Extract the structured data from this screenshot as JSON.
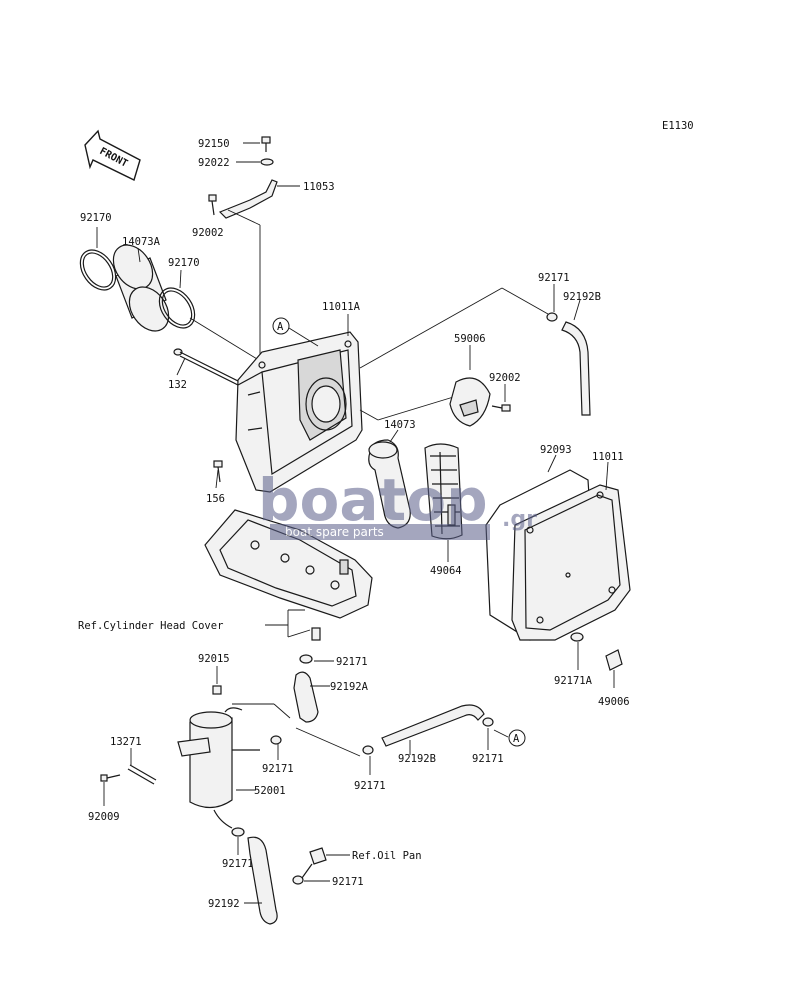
{
  "diagram_code": "E1130",
  "front_arrow_label": "FRONT",
  "part_labels": {
    "p92150": "92150",
    "p92022": "92022",
    "p11053": "11053",
    "p92002a": "92002",
    "p92170a": "92170",
    "p14073A": "14073A",
    "p92170b": "92170",
    "p11011A": "11011A",
    "p92171a": "92171",
    "p92192B_a": "92192B",
    "p132": "132",
    "p59006": "59006",
    "p92002b": "92002",
    "p14073": "14073",
    "p92093": "92093",
    "p11011": "11011",
    "p156": "156",
    "p49064": "49064",
    "p92171b": "92171",
    "p92015": "92015",
    "p92192A": "92192A",
    "p13271": "13271",
    "p92171c": "92171",
    "p52001": "52001",
    "p92009": "92009",
    "p92171d": "92171",
    "p92192B_b": "92192B",
    "p92171e": "92171",
    "p92171A": "92171A",
    "p49006": "49006",
    "p92171f": "92171",
    "p92171g": "92171",
    "p92192": "92192"
  },
  "reference_labels": {
    "cylinder_head_cover": "Ref.Cylinder Head Cover",
    "oil_pan": "Ref.Oil Pan"
  },
  "callouts": {
    "a1": "A",
    "a2": "A"
  },
  "watermark": {
    "brand": "boatop",
    "suffix": ".gr",
    "tagline": "boat spare parts"
  }
}
